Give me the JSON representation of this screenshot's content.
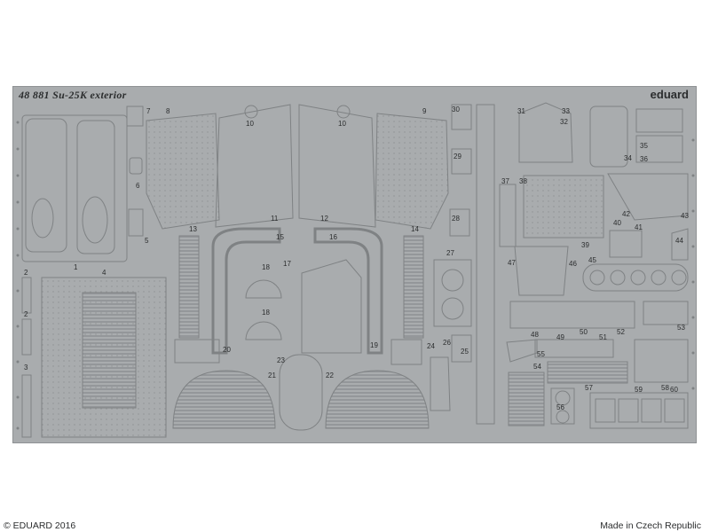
{
  "sheet": {
    "title": "48 881  Su-25K exterior",
    "brand": "eduard",
    "copyright": "© EDUARD 2016",
    "origin": "Made in Czech Republic",
    "colors": {
      "metal": "#a9acae",
      "edge": "#8f9294",
      "ink": "#2b2d2e",
      "background": "#ffffff"
    }
  },
  "part_numbers": [
    "1",
    "2",
    "2",
    "3",
    "4",
    "5",
    "6",
    "7",
    "8",
    "9",
    "10",
    "10",
    "11",
    "12",
    "13",
    "14",
    "15",
    "16",
    "17",
    "18",
    "18",
    "19",
    "20",
    "21",
    "22",
    "23",
    "24",
    "25",
    "26",
    "27",
    "28",
    "29",
    "30",
    "31",
    "32",
    "33",
    "34",
    "35",
    "36",
    "37",
    "38",
    "39",
    "40",
    "41",
    "42",
    "43",
    "44",
    "45",
    "46",
    "47",
    "48",
    "49",
    "50",
    "51",
    "52",
    "53",
    "54",
    "55",
    "56",
    "57",
    "58",
    "59",
    "60"
  ]
}
